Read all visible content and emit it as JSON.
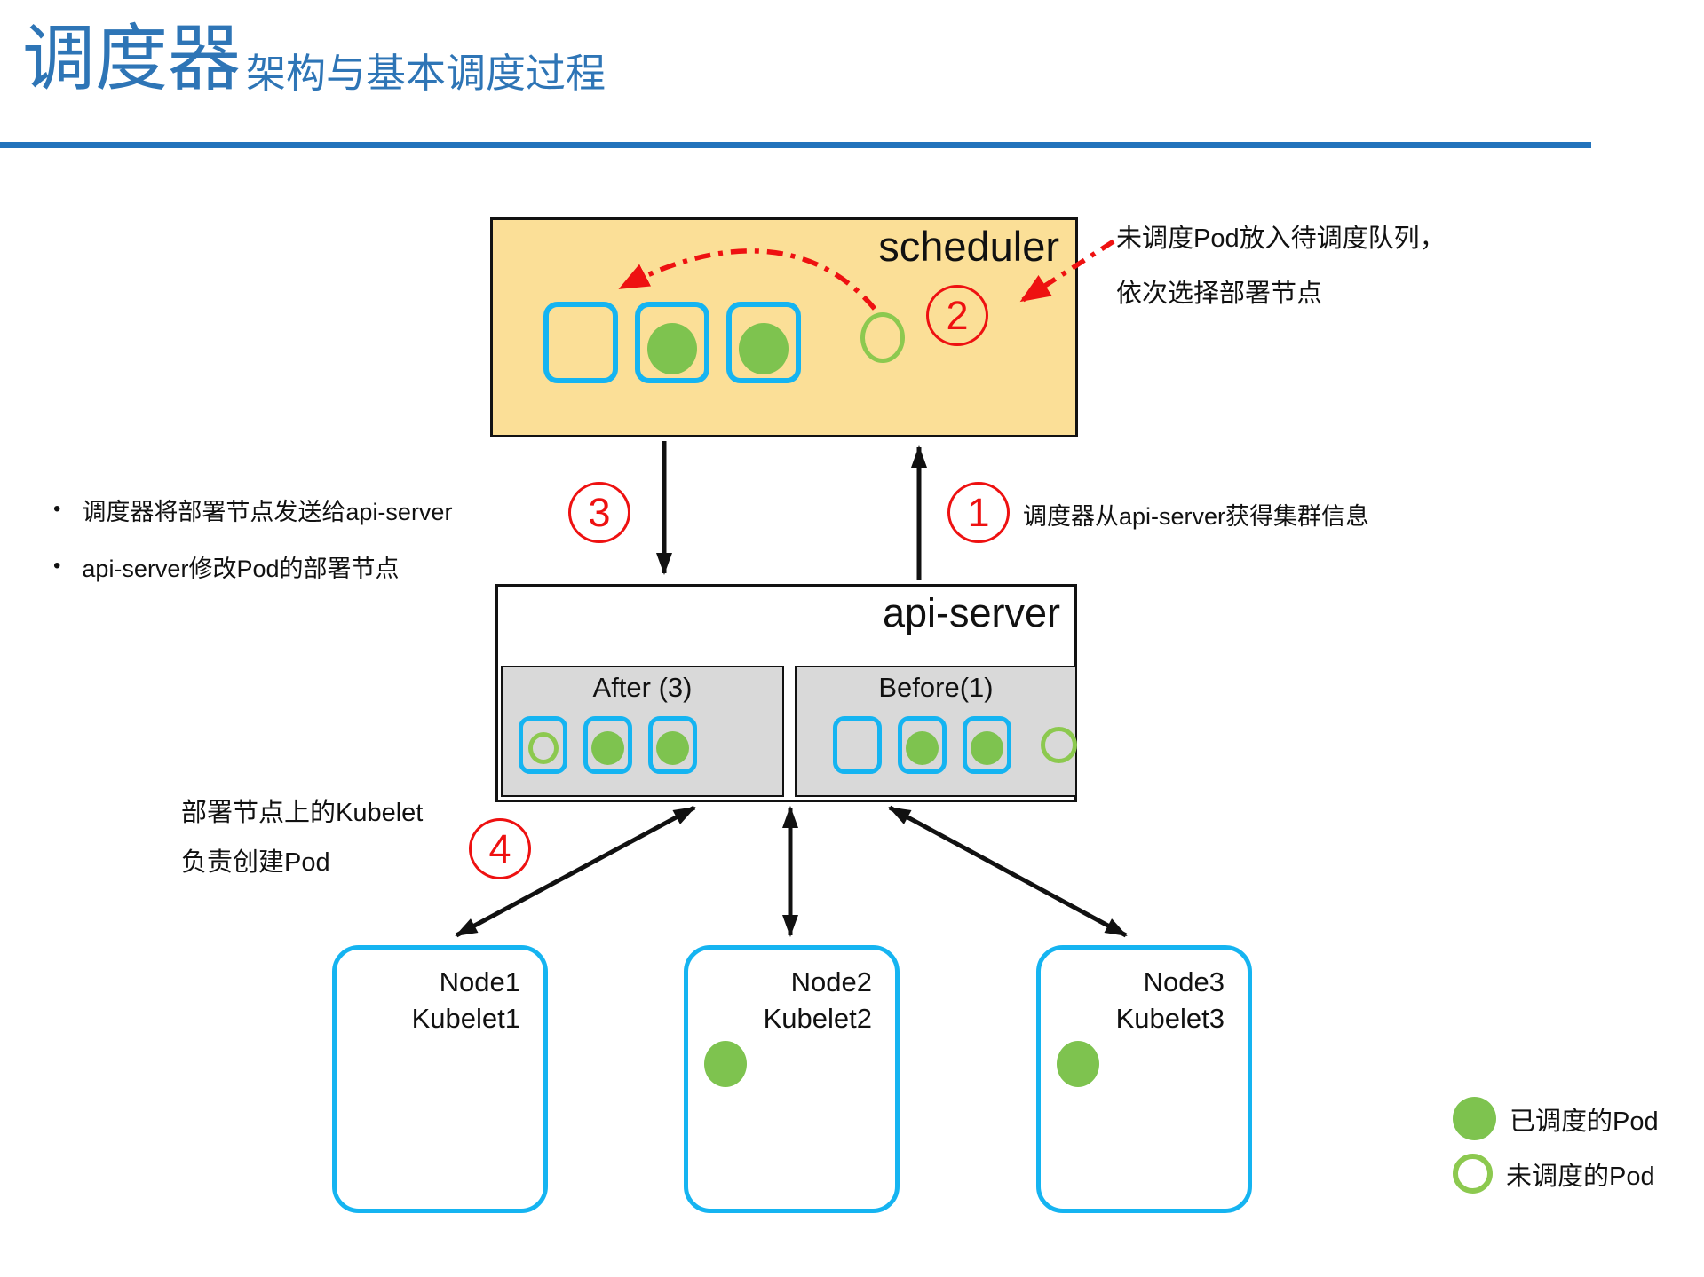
{
  "header": {
    "title": "调度器",
    "subtitle": "架构与基本调度过程"
  },
  "scheduler": {
    "label": "scheduler",
    "pods": [
      "empty",
      "scheduled",
      "scheduled"
    ],
    "queue_pod": "unscheduled"
  },
  "api_server": {
    "label": "api-server",
    "after": {
      "label": "After (3)",
      "pods": [
        "unscheduled",
        "scheduled",
        "scheduled"
      ]
    },
    "before": {
      "label": "Before(1)",
      "pods": [
        "empty",
        "scheduled",
        "scheduled"
      ],
      "queue_pod": "unscheduled"
    }
  },
  "steps": {
    "s1": "1",
    "s2": "2",
    "s3": "3",
    "s4": "4"
  },
  "notes": {
    "bullet_glyph": "•",
    "queue_line1": "未调度Pod放入待调度队列，",
    "queue_line2": "依次选择部署节点",
    "bullet1": "调度器将部署节点发送给api-server",
    "bullet2": "api-server修改Pod的部署节点",
    "step1_note": "调度器从api-server获得集群信息",
    "kubelet_line1": "部署节点上的Kubelet",
    "kubelet_line2": "负责创建Pod"
  },
  "nodes": [
    {
      "name": "Node1",
      "kubelet": "Kubelet1",
      "has_pod": false
    },
    {
      "name": "Node2",
      "kubelet": "Kubelet2",
      "has_pod": true
    },
    {
      "name": "Node3",
      "kubelet": "Kubelet3",
      "has_pod": true
    }
  ],
  "legend": {
    "scheduled": "已调度的Pod",
    "unscheduled": "未调度的Pod"
  },
  "colors": {
    "scheduler_fill": "#FBDF97",
    "pod_border_blue": "#15B4F1",
    "pod_green": "#7EC34F",
    "outline_green": "#8CC94F",
    "panel_gray": "#D9D9D9",
    "red": "#EE1111",
    "title_blue": "#2E75B6",
    "rule_blue": "#2273BC"
  }
}
